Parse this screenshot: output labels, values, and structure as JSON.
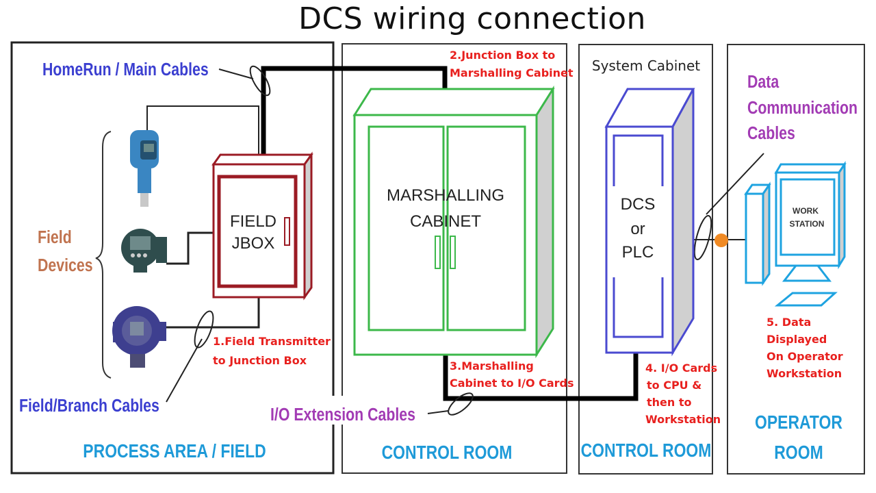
{
  "title": "DCS wiring connection",
  "zones": {
    "process_area": "PROCESS AREA / FIELD",
    "control_room_1": "CONTROL ROOM",
    "control_room_2": "CONTROL ROOM",
    "operator_room_line1": "OPERATOR",
    "operator_room_line2": "ROOM"
  },
  "cable_labels": {
    "homerun": "HomeRun / Main Cables",
    "field_branch": "Field/Branch Cables",
    "io_extension": "I/O Extension Cables",
    "data_comm_line1": "Data",
    "data_comm_line2": "Communication",
    "data_comm_line3": "Cables"
  },
  "field_devices": {
    "label_line1": "Field",
    "label_line2": "Devices",
    "items": [
      {
        "name": "pressure-transmitter",
        "color": "#3a86c2"
      },
      {
        "name": "indicator-transmitter",
        "color": "#2f4d4d"
      },
      {
        "name": "field-transmitter",
        "color": "#3e3f8f"
      }
    ]
  },
  "equipment": {
    "field_jbox_line1": "FIELD",
    "field_jbox_line2": "JBOX",
    "marshalling_line1": "MARSHALLING",
    "marshalling_line2": "CABINET",
    "system_cabinet": "System Cabinet",
    "dcs_line1": "DCS",
    "dcs_line2": "or",
    "dcs_line3": "PLC",
    "workstation_line1": "WORK",
    "workstation_line2": "STATION"
  },
  "steps": {
    "step1_line1": "1.Field Transmitter",
    "step1_line2": "to Junction Box",
    "step2_line1": "2.Junction Box to",
    "step2_line2": "Marshalling Cabinet",
    "step3_line1": "3.Marshalling",
    "step3_line2": "Cabinet to I/O Cards",
    "step4_line1": "4. I/O Cards",
    "step4_line2": "to CPU &",
    "step4_line3": "then to",
    "step4_line4": "Workstation",
    "step5_line1": "5. Data",
    "step5_line2": "Displayed",
    "step5_line3": "On Operator",
    "step5_line4": "Workstation"
  },
  "colors": {
    "jbox": "#9b1b24",
    "marshalling": "#3cb84a",
    "dcs": "#4a4ad0",
    "workstation": "#1ea3e0",
    "connector": "#f08a24",
    "side_shade": "#d0d0d0",
    "step_text": "#e8201e"
  }
}
